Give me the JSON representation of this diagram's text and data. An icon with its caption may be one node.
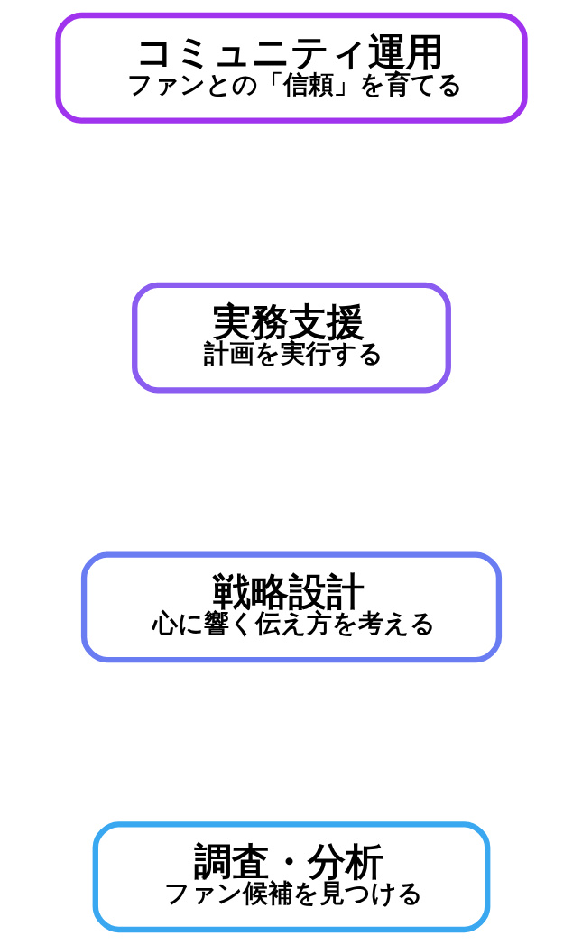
{
  "diagram": {
    "nodes": [
      {
        "text": [
          "調査・分析",
          "ファン候補を見つける"
        ]
      },
      {
        "text": [
          "戦略設計",
          "心に響く伝え方を考える"
        ]
      },
      {
        "text": [
          "実務支援",
          "計画を実行する"
        ]
      },
      {
        "text": [
          "コミュニティ運用",
          "ファンとの「信頼」を育てる"
        ]
      }
    ]
  }
}
